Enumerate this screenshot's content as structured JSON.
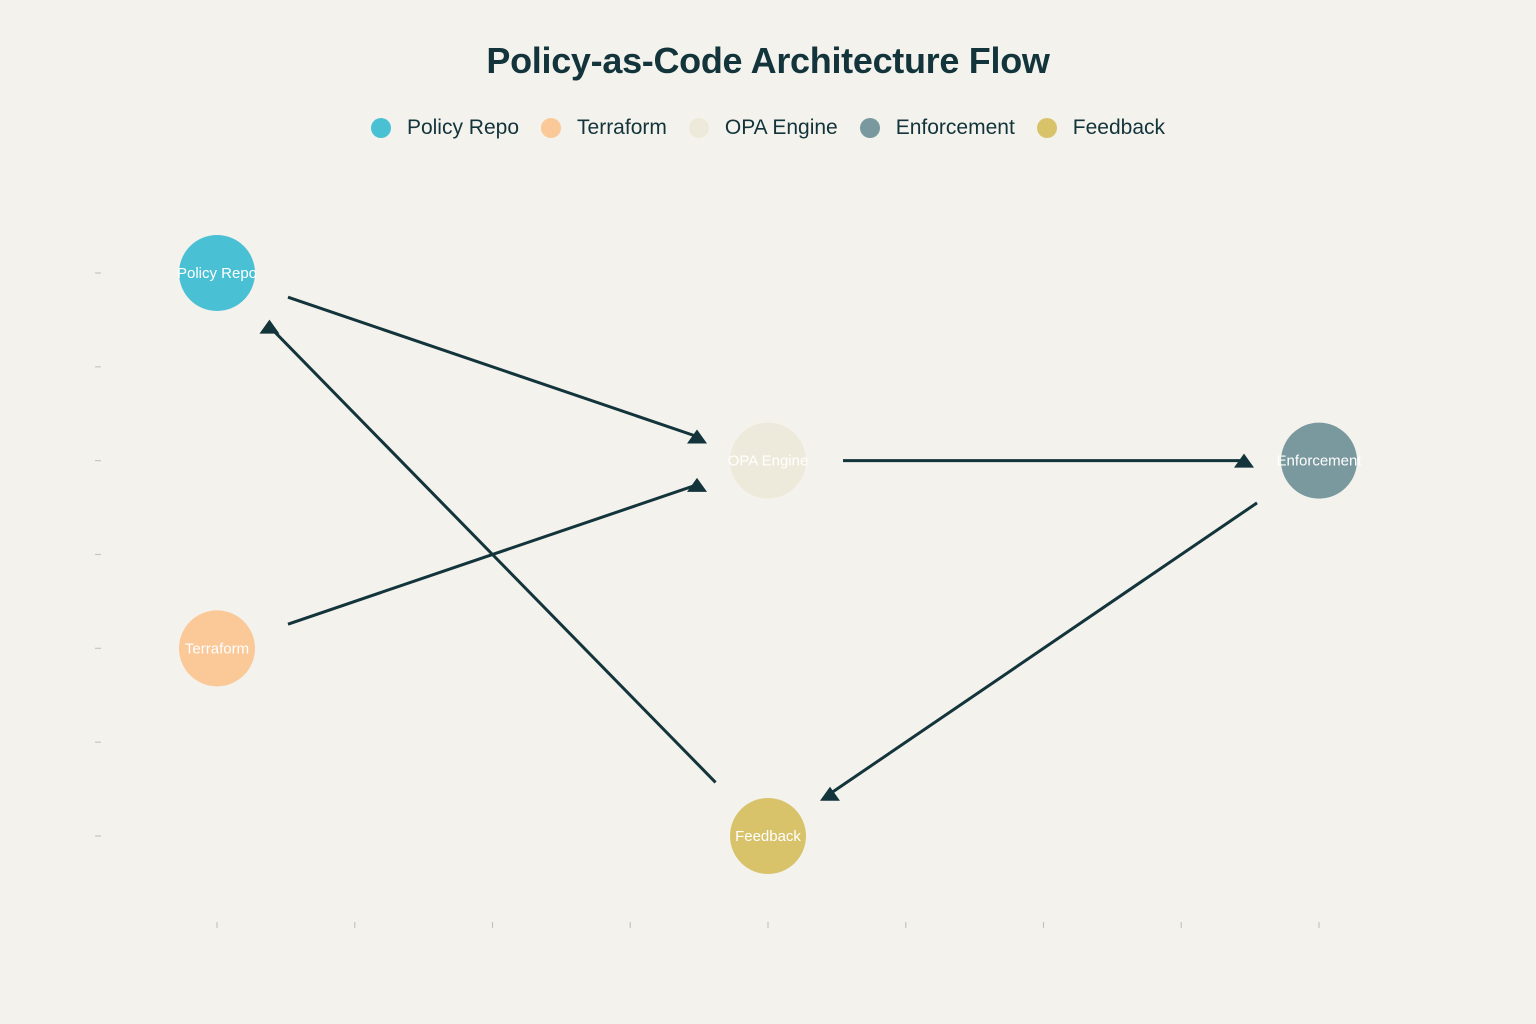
{
  "title": "Policy-as-Code Architecture Flow",
  "colors": {
    "background": "#f3f2ec",
    "edge": "#13343b",
    "tick": "#c7c6c0",
    "node_label": "#ffffff"
  },
  "legend": [
    {
      "label": "Policy Repo",
      "color": "#4ac0d4"
    },
    {
      "label": "Terraform",
      "color": "#fbc898"
    },
    {
      "label": "OPA Engine",
      "color": "#eeeadb"
    },
    {
      "label": "Enforcement",
      "color": "#7a999e"
    },
    {
      "label": "Feedback",
      "color": "#d9c36a"
    }
  ],
  "chart_data": {
    "type": "scatter",
    "title": "Policy-as-Code Architecture Flow",
    "xlim": [
      0,
      8
    ],
    "ylim": [
      0,
      6
    ],
    "grid": false,
    "legend_placement": "top-center",
    "nodes": [
      {
        "id": "policy_repo",
        "label": "Policy Repo",
        "x": 0,
        "y": 6,
        "color": "#4ac0d4"
      },
      {
        "id": "terraform",
        "label": "Terraform",
        "x": 0,
        "y": 2,
        "color": "#fbc898"
      },
      {
        "id": "opa_engine",
        "label": "OPA Engine",
        "x": 4,
        "y": 4,
        "color": "#eeeadb"
      },
      {
        "id": "enforcement",
        "label": "Enforcement",
        "x": 8,
        "y": 4,
        "color": "#7a999e"
      },
      {
        "id": "feedback",
        "label": "Feedback",
        "x": 4,
        "y": 0,
        "color": "#d9c36a"
      }
    ],
    "edges": [
      {
        "from": "policy_repo",
        "to": "opa_engine"
      },
      {
        "from": "terraform",
        "to": "opa_engine"
      },
      {
        "from": "opa_engine",
        "to": "enforcement"
      },
      {
        "from": "enforcement",
        "to": "feedback"
      },
      {
        "from": "feedback",
        "to": "policy_repo"
      }
    ]
  }
}
